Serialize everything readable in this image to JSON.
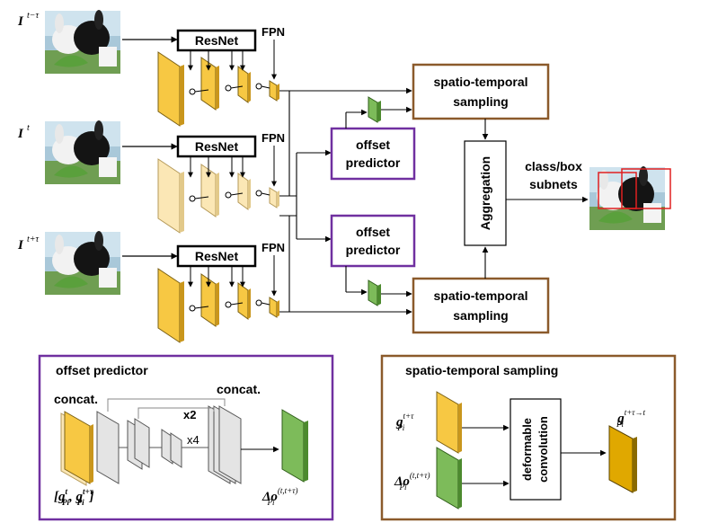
{
  "frames": [
    {
      "label": "I",
      "sup": "t−τ",
      "image": "rabbit-photo"
    },
    {
      "label": "I",
      "sup": "t",
      "image": "rabbit-photo"
    },
    {
      "label": "I",
      "sup": "t+τ",
      "image": "rabbit-photo"
    }
  ],
  "backbone_label": "ResNet",
  "fpn_label": "FPN",
  "offset_predictor": {
    "line1": "offset",
    "line2": "predictor"
  },
  "st_sampling": {
    "line1": "spatio-temporal",
    "line2": "sampling"
  },
  "aggregation": "Aggregation",
  "subnets": {
    "line1": "class/box",
    "line2": "subnets"
  },
  "detail_offset": {
    "title": "offset predictor",
    "concat_left": "concat.",
    "concat_right": "concat.",
    "rep_x2": "x2",
    "rep_x4": "x4",
    "input_label": "[g",
    "input_label_sub1": "Pi",
    "input_label_sup1": "t",
    "input_label_mid": ", g",
    "input_label_sub2": "Pi",
    "input_label_sup2": "t+τ",
    "input_label_end": "]",
    "output_label": "Δo",
    "output_sub": "Pi",
    "output_sup": "(t,t+τ)"
  },
  "detail_sampling": {
    "title": "spatio-temporal sampling",
    "in1": "g",
    "in1_sub": "Pi",
    "in1_sup": "t+τ",
    "in2": "Δo",
    "in2_sub": "Pi",
    "in2_sup": "(t,t+τ)",
    "box_line1": "deformable",
    "box_line2": "convolution",
    "out": "g",
    "out_sub": "Pi",
    "out_sup": "t+τ→t"
  },
  "colors": {
    "feature_active": "#f7c843",
    "feature_pale": "#fbe7b5",
    "offset_green": "#7dbb5a",
    "purple_border": "#7030a0",
    "brown_border": "#8b5a2b",
    "output_feature": "#e0a800"
  }
}
